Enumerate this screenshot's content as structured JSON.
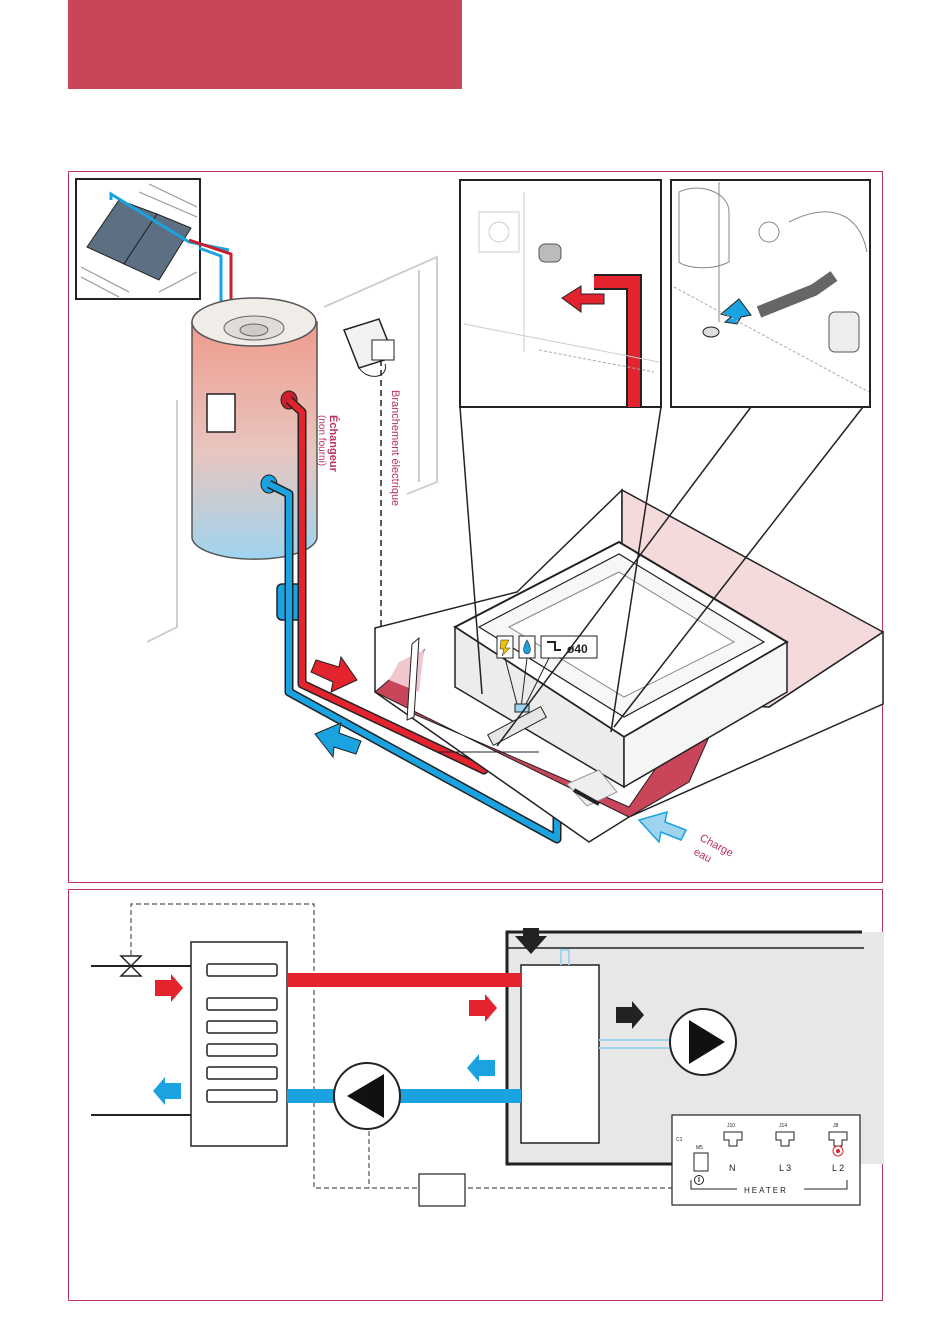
{
  "labels": {
    "exchanger_title": "Échangeur",
    "exchanger_note": "(non fourni)",
    "electrical_connection": "Branchement électrique",
    "water_inlet_line1": "Charge",
    "water_inlet_line2": "eau",
    "drain_size": "ø40"
  },
  "heater_terminal": {
    "title": "HEATER",
    "left_label": "C1",
    "ground_label": "M5",
    "terminals": [
      {
        "id": "J10",
        "label": "N"
      },
      {
        "id": "J14",
        "label": "L 3"
      },
      {
        "id": "J8",
        "label": "L 2"
      }
    ]
  },
  "colors": {
    "accent": "#c8455a",
    "hot": "#e3232d",
    "cold": "#1aa3e0",
    "frame": "#b8325a"
  }
}
